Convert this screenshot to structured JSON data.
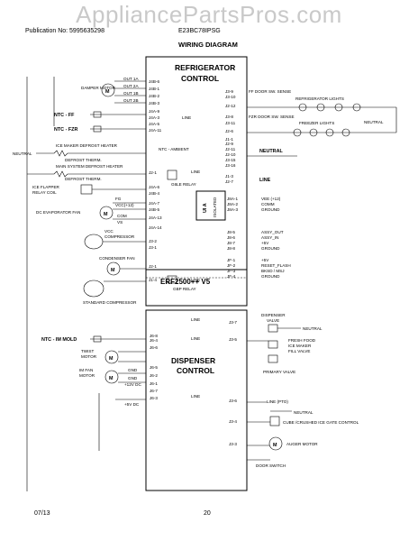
{
  "watermark": "AppliancePartsPros.com",
  "header": {
    "publication": "Publication No: 5995635298",
    "model": "E23BC78IPSG",
    "title": "WIRING DIAGRAM"
  },
  "footer": {
    "date": "07/13",
    "page": "20"
  },
  "boards": {
    "control_title": "REFRIGERATOR CONTROL",
    "power_board": "ERF2500++ V5",
    "dispenser_title": "DISPENSER CONTROL",
    "ui": "UI A",
    "isolated": "ISOLATED"
  },
  "components": {
    "damper_motor": "DAMPER MOTOR",
    "ntc_ff": "NTC - FF",
    "ntc_fzr": "NTC - FZR",
    "ice_maker_heater": "ICE MAKER DEFROST HEATER",
    "defrost_therm_1": "DEFROST THERM.",
    "neutral_1": "NEUTRAL",
    "main_heater": "MAIN SYSTEM DEFROST HEATER",
    "defrost_therm_2": "DEFROST THERM.",
    "ice_flapper": "ICE FLAPPER RELAY COIL",
    "dc_evap_fan": "DC EVAPORATOR FAN",
    "vcc_compressor": "VCC COMPRESSOR",
    "condenser_fan": "CONDENSER FAN",
    "standard_compressor": "STANDARD COMPRESSOR",
    "ntc_ambient": "NTC - AMBIENT",
    "ff_door_sw": "FF DOOR SW. SENSE",
    "ref_lights": "REFRIGERATOR LIGHTS",
    "fzr_door_sw": "FZR DOOR SW. SENSE",
    "freezer_lights": "FREEZER LIGHTS",
    "neutral_right": "NEUTRAL",
    "neutral_mid": "NEUTRAL",
    "line_mid": "LINE",
    "line_control": "LINE",
    "line_relay": "LINE",
    "line_gbp": "LINE",
    "g6le_relay": "G6LE RELAY",
    "gbp_relay": "GBP RELAY",
    "ntc_im_mold": "NTC - IM MOLD",
    "twist_motor": "TWIST MOTOR",
    "im_fan_motor": "IM FAN MOTOR",
    "dispenser_valve": "DISPENSER VALVE",
    "neutral_disp": "NEUTRAL",
    "fresh_food_valve": "FRESH FOOD ICE MAKER FILL VALVE",
    "primary_valve": "PRIMARY VALVE",
    "line_pto": "LINE (PTO)",
    "neutral_pto": "NEUTRAL",
    "cube_gate": "CUBE /CRUSHED ICE GATE CONTROL",
    "auger_motor": "AUGER MOTOR",
    "door_switch": "DOOR SWITCH",
    "line_d1": "LINE",
    "line_d2": "LINE",
    "line_d3": "LINE",
    "gnd_1": "GND",
    "gnd_2": "GND",
    "v12": "+12V DC",
    "v5": "+5V DC"
  },
  "signals": {
    "out_1a": "OUT 1A",
    "out_2a": "OUT 2A",
    "out_1b": "OUT 1B",
    "out_2b": "OUT 2B",
    "fg": "FG",
    "vcc12": "VCC(+12)",
    "com": "COM",
    "vs": "VS",
    "vee": "VEE (+12)",
    "comm": "COMM",
    "gnd": "GROUND",
    "assy_out": "ASSY_OUT",
    "assy_in": "ASSY_IN",
    "plus5v": "+5V",
    "ground_a": "GROUND",
    "plus5v_b": "+5V",
    "reset_flash": "RESET_FLASH",
    "bksd": "BKSD / MSJ",
    "ground_b": "GROUND"
  },
  "connectors_left": [
    "J4B-6",
    "J4B-1",
    "J4B-2",
    "J4B-3",
    "J4A-9",
    "J4A-3",
    "J4A-5",
    "J4A-11",
    "J2-1",
    "J4A-6",
    "J4B-4",
    "J4A-7",
    "J4B-5",
    "J4A-13",
    "J4A-14",
    "J3-2",
    "J3-1",
    "J2-1",
    "J1-4"
  ],
  "connectors_right": [
    "J3-9",
    "J3-10",
    "J2-12",
    "J3-8",
    "J3-11",
    "J2-6",
    "J1-1",
    "J2-9",
    "J2-11",
    "J2-10",
    "J3-15",
    "J3-16",
    "J1-3",
    "J2-7"
  ],
  "connectors_ui": [
    "J8A-1",
    "J8A-2",
    "J8A-3"
  ],
  "connectors_j8": [
    "J8-5",
    "J8-6",
    "J8-7",
    "J8-8"
  ],
  "connectors_jf": [
    "JF-1",
    "JF-2",
    "JF-3",
    "JF-4"
  ],
  "connectors_disp_left": [
    "J6-8",
    "J6-4",
    "J6-6",
    "J6-5",
    "J6-2",
    "J6-1",
    "J6-7",
    "J6-3"
  ],
  "connectors_disp_right": [
    "J3-7",
    "J3-5",
    "J3-6",
    "J3-4",
    "J3-3"
  ]
}
